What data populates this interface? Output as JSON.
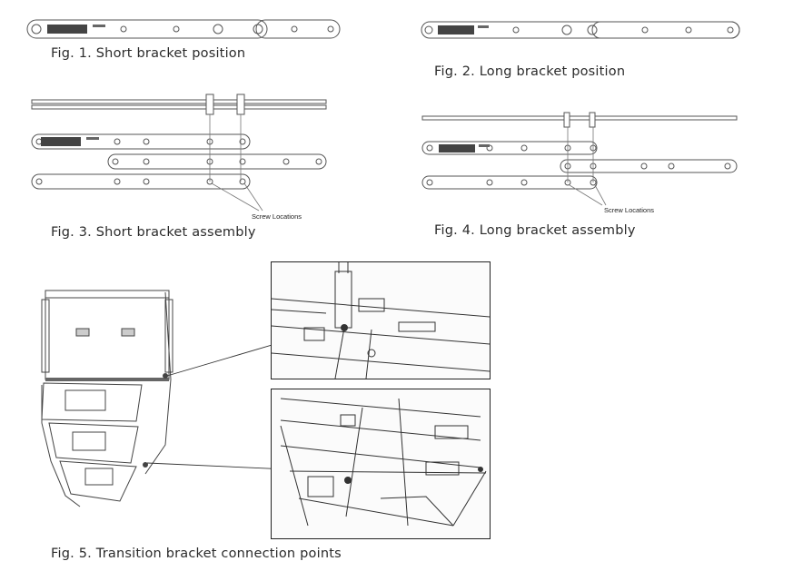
{
  "figures": {
    "fig1": {
      "caption": "Fig. 1. Short bracket position"
    },
    "fig2": {
      "caption": "Fig. 2. Long bracket position"
    },
    "fig3": {
      "caption": "Fig. 3. Short bracket assembly",
      "annotation": "Screw Locations"
    },
    "fig4": {
      "caption": "Fig. 4. Long bracket assembly",
      "annotation": "Screw Locations"
    },
    "fig5": {
      "caption": "Fig. 5. Transition bracket connection points"
    }
  }
}
